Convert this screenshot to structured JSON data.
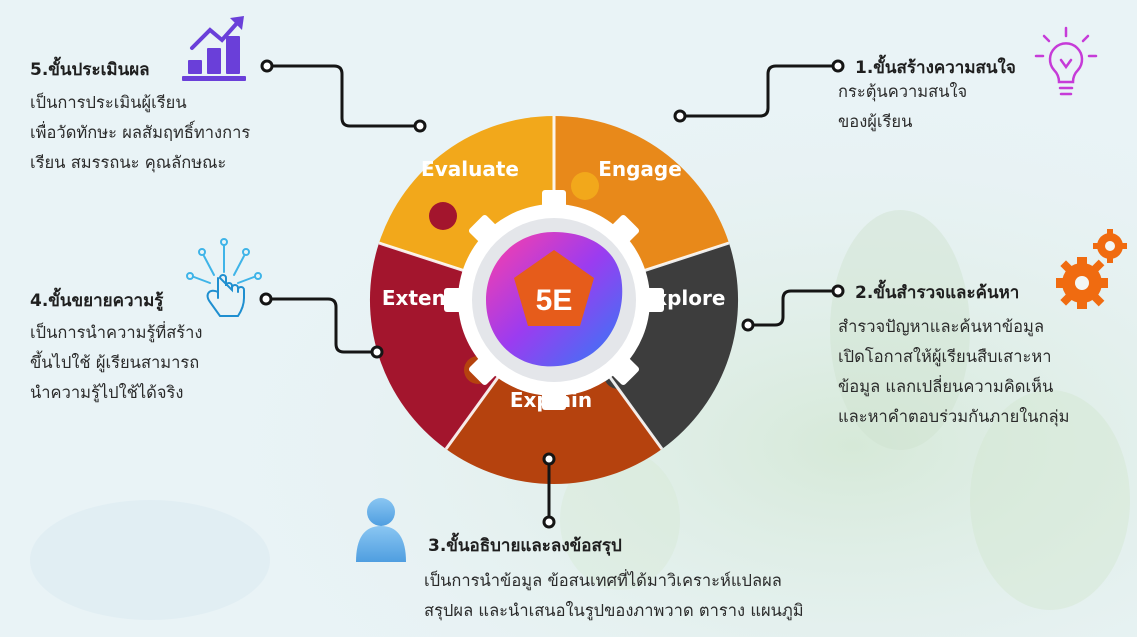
{
  "center": {
    "label": "5E"
  },
  "segments": [
    {
      "id": "engage",
      "label": "Engage",
      "color": "#e8891a"
    },
    {
      "id": "explore",
      "label": "Explore",
      "color": "#3d3d3d"
    },
    {
      "id": "explain",
      "label": "Explain",
      "color": "#b5420e"
    },
    {
      "id": "extend",
      "label": "Extend",
      "color": "#a3152d"
    },
    {
      "id": "evaluate",
      "label": "Evaluate",
      "color": "#f2a81b"
    }
  ],
  "steps": {
    "engage": {
      "title": "1.ขั้นสร้างความสนใจ",
      "lines": [
        "กระตุ้นความสนใจ",
        "ของผู้เรียน"
      ],
      "icon": "lightbulb-icon"
    },
    "explore": {
      "title": "2.ขั้นสำรวจและค้นหา",
      "lines": [
        "สำรวจปัญหาและค้นหาข้อมูล",
        "เปิดโอกาสให้ผู้เรียนสืบเสาะหา",
        "ข้อมูล แลกเปลี่ยนความคิดเห็น",
        "และหาคำตอบร่วมกันภายในกลุ่ม"
      ],
      "icon": "gears-icon"
    },
    "explain": {
      "title": "3.ขั้นอธิบายและลงข้อสรุป",
      "lines": [
        "เป็นการนำข้อมูล ข้อสนเทศที่ได้มาวิเคราะห์แปลผล",
        "สรุปผล และนำเสนอในรูปของภาพวาด ตาราง แผนภูมิ"
      ],
      "icon": "person-icon"
    },
    "extend": {
      "title": "4.ขั้นขยายความรู้",
      "lines": [
        "เป็นการนำความรู้ที่สร้าง",
        "ขึ้นไปใช้ ผู้เรียนสามารถ",
        "นำความรู้ไปใช้ได้จริง"
      ],
      "icon": "touch-circuit-icon"
    },
    "evaluate": {
      "title": "5.ขั้นประเมินผล",
      "lines": [
        "เป็นการประเมินผู้เรียน",
        "เพื่อวัดทักษะ ผลสัมฤทธิ์ทางการ",
        "เรียน สมรรถนะ คุณลักษณะ"
      ],
      "icon": "growth-chart-icon"
    }
  }
}
